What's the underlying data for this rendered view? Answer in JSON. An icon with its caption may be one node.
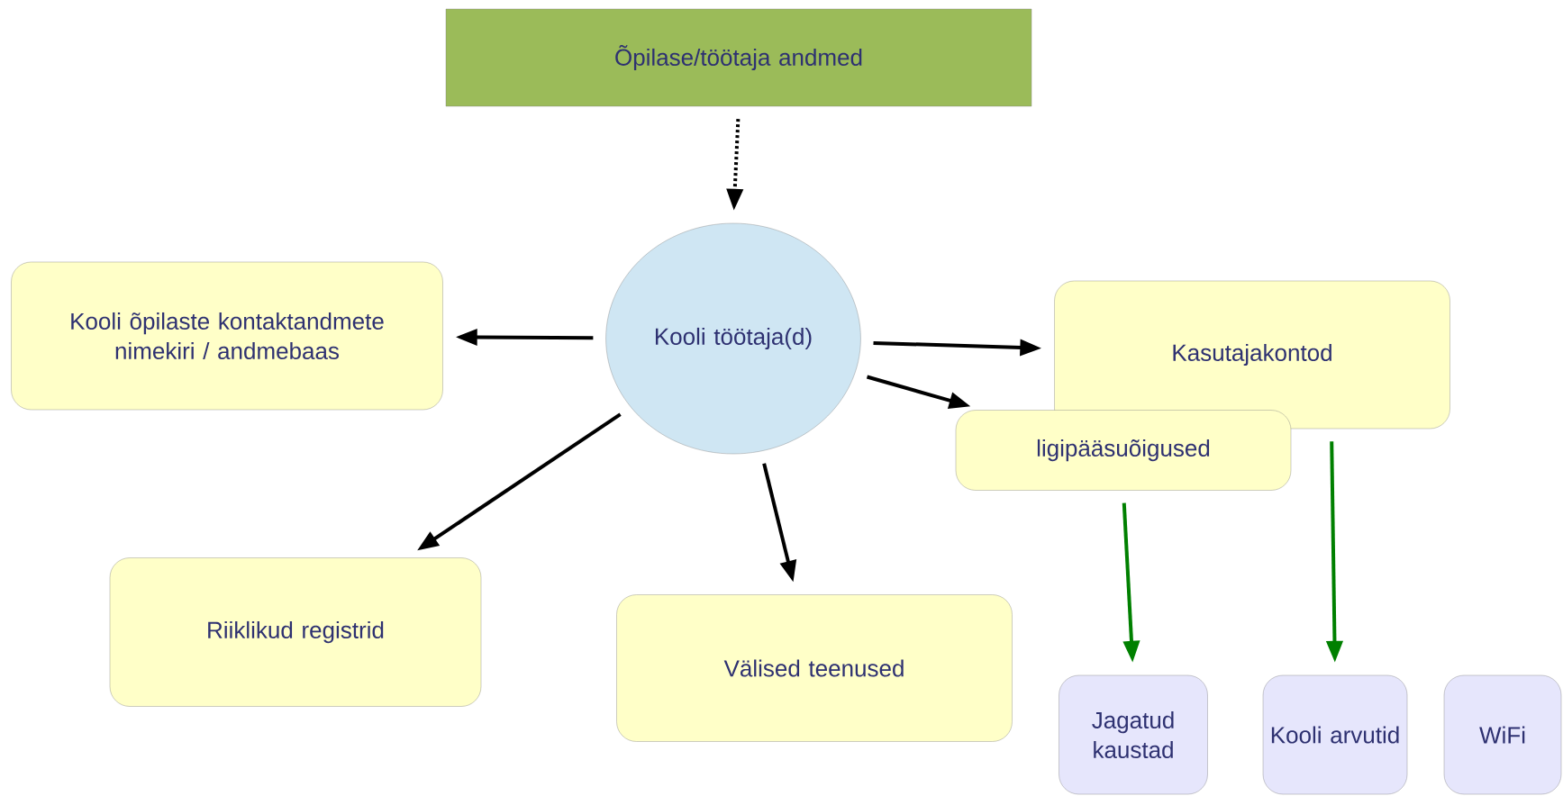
{
  "diagram": {
    "nodes": [
      {
        "text": [
          "Õpilase/töötaja andmed"
        ]
      },
      {
        "text": [
          "Kooli töötaja(d)"
        ]
      },
      {
        "text": [
          "Kooli õpilaste kontaktandmete nimekiri / andmebaas"
        ]
      },
      {
        "text": [
          "Kasutajakontod"
        ]
      },
      {
        "text": [
          "ligipääsuõigused"
        ]
      },
      {
        "text": [
          "Riiklikud registrid"
        ]
      },
      {
        "text": [
          "Välised teenused"
        ]
      },
      {
        "text": [
          "Jagatud kaustad"
        ]
      },
      {
        "text": [
          "Kooli arvutid"
        ]
      },
      {
        "text": [
          "WiFi"
        ]
      }
    ],
    "edges": [
      {
        "from": 0,
        "to": 1,
        "arrow": "to",
        "style": "dashed"
      },
      {
        "from": 1,
        "to": 2,
        "arrow": "to"
      },
      {
        "from": 1,
        "to": 3,
        "arrow": "to"
      },
      {
        "from": 1,
        "to": 4,
        "arrow": "to"
      },
      {
        "from": 1,
        "to": 5,
        "arrow": "to"
      },
      {
        "from": 1,
        "to": 6,
        "arrow": "to"
      },
      {
        "from": 4,
        "to": 7,
        "arrow": "to",
        "color": "#008000"
      },
      {
        "from": 3,
        "to": 8,
        "arrow": "to",
        "color": "#008000"
      }
    ]
  }
}
